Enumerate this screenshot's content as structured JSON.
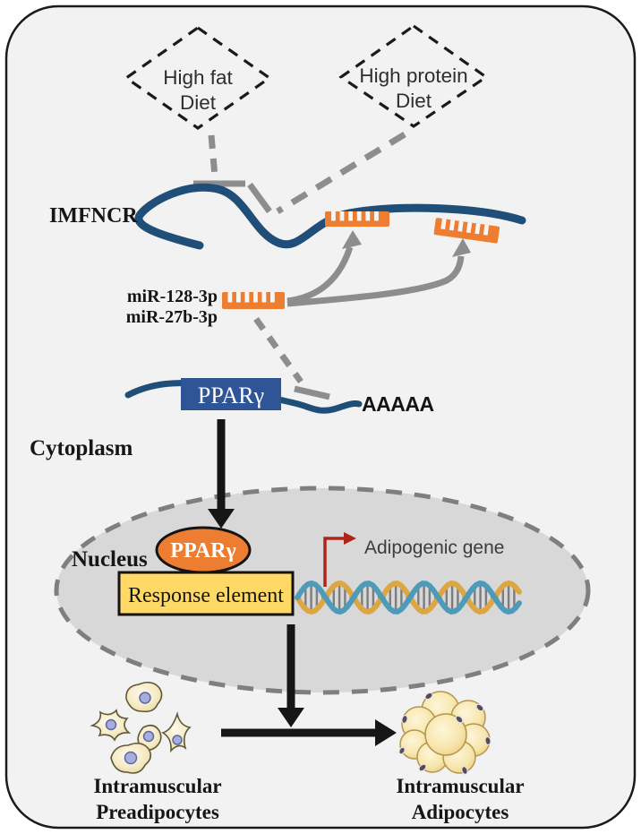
{
  "colors": {
    "background": "#f2f2f2",
    "border": "#1a1a1a",
    "lncrna_blue": "#1f4e79",
    "orange": "#ed7d31",
    "mrna_box_blue": "#2f5597",
    "gray": "#8d8d8d",
    "nucleus_fill": "#d8d8d8",
    "nucleus_border": "#7f7f7f",
    "response_yellow": "#ffd966",
    "dna_blue": "#4e9bb9",
    "dna_gold": "#dca642",
    "dna_rung": "#7d7d7d",
    "transcription_red": "#b02418",
    "black": "#161616"
  },
  "top": {
    "high_fat_diamond": {
      "line1": "High fat",
      "line2": "Diet"
    },
    "high_protein_diamond": {
      "line1": "High protein",
      "line2": "Diet"
    }
  },
  "rna": {
    "lncrna_label": "IMFNCR",
    "mir1_label": "miR-128-3p",
    "mir2_label": "miR-27b-3p",
    "mrna_gene_label": "PPARγ",
    "poly_a_tail": "AAAAA"
  },
  "compartments": {
    "cytoplasm_label": "Cytoplasm",
    "nucleus_label": "Nucleus"
  },
  "nucleus_content": {
    "tf_label": "PPARγ",
    "response_element_label": "Response element",
    "adipogenic_gene_label": "Adipogenic gene"
  },
  "cells": {
    "preadipocytes": {
      "line1": "Intramuscular",
      "line2": "Preadipocytes"
    },
    "adipocytes": {
      "line1": "Intramuscular",
      "line2": "Adipocytes"
    }
  }
}
